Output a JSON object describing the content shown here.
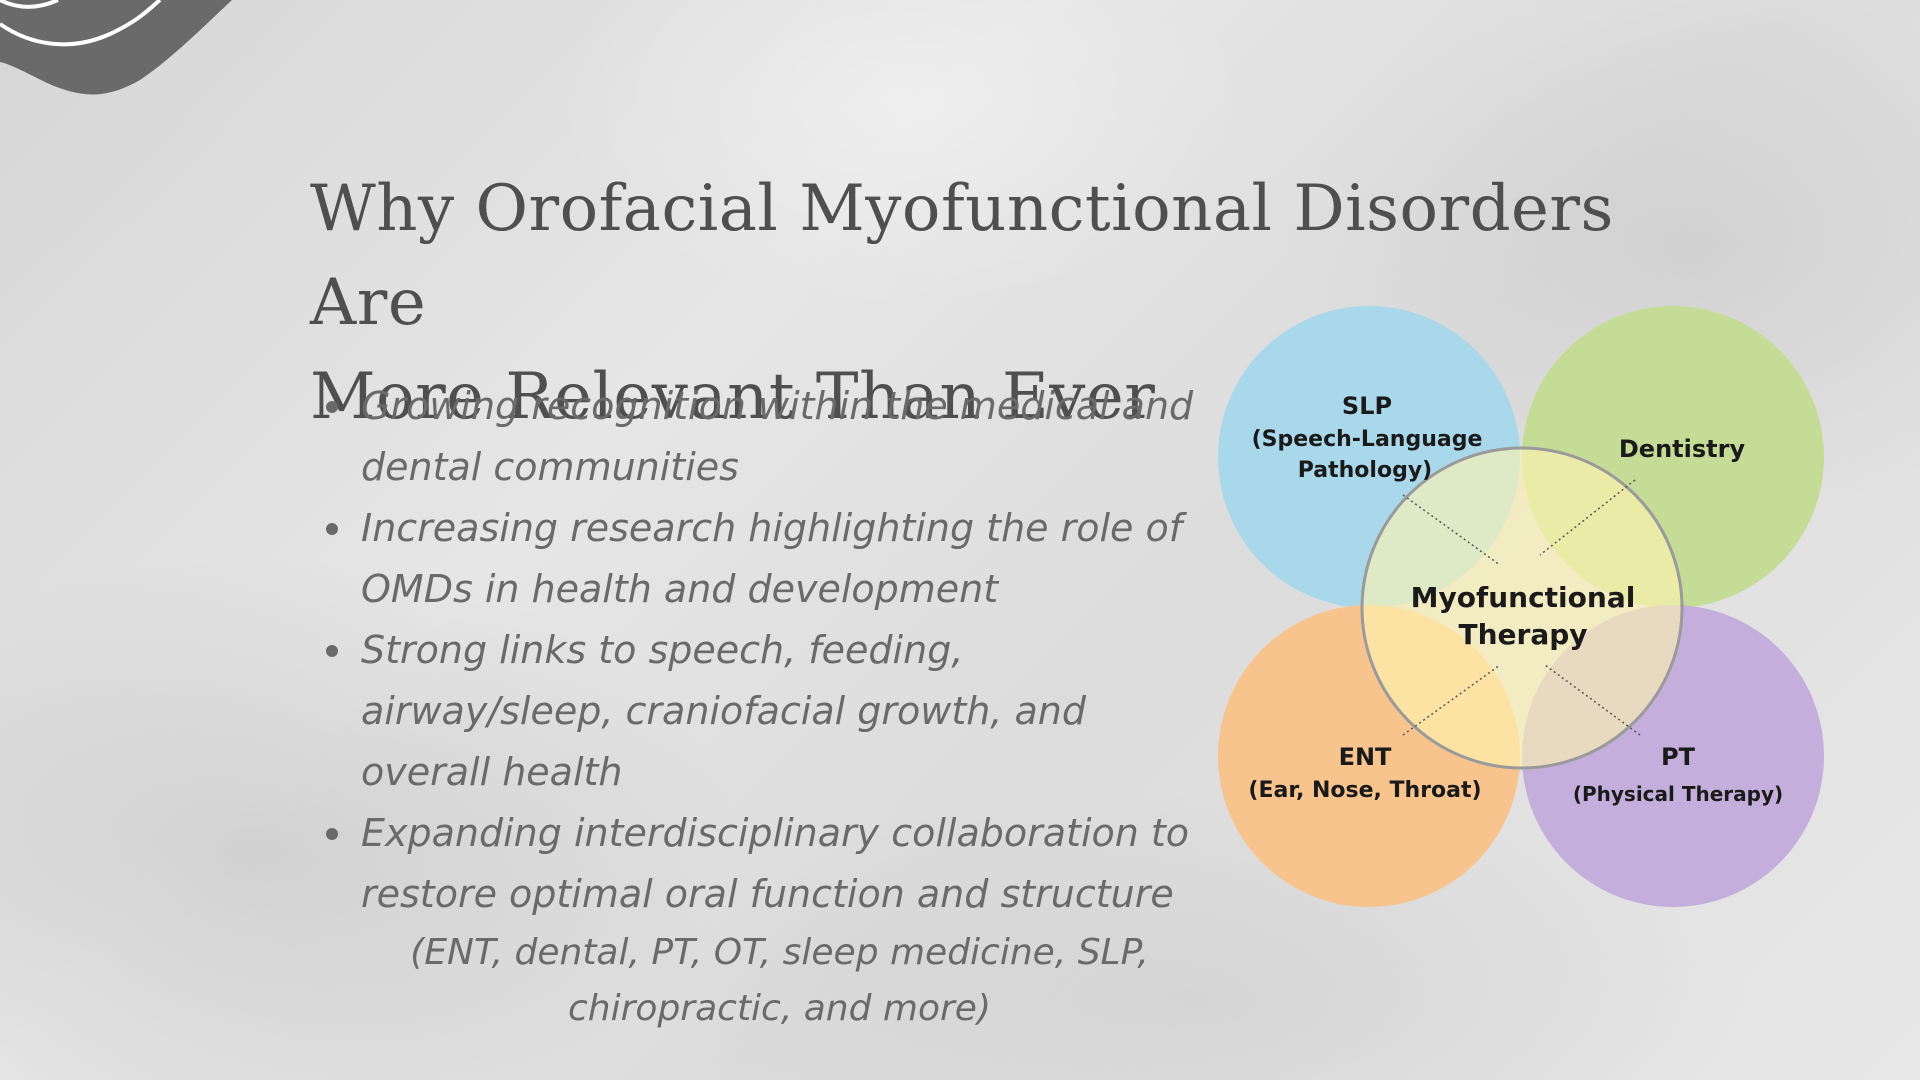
{
  "slide": {
    "title_line1": "Why Orofacial Myofunctional Disorders Are",
    "title_line2": "More Relevant Than Ever"
  },
  "bullets": [
    {
      "text": "Growing recognition within the medical and dental communities"
    },
    {
      "text": "Increasing research highlighting the role of OMDs in health and development"
    },
    {
      "text": "Strong links to speech, feeding, airway/sleep, craniofacial growth, and overall health"
    },
    {
      "text": "Expanding interdisciplinary collaboration to restore optimal oral function and structure",
      "note": "(ENT, dental, PT, OT, sleep medicine, SLP, chiropractic, and more)"
    }
  ],
  "diagram": {
    "center": {
      "line1": "Myofunctional",
      "line2": "Therapy",
      "color": "#fff3b0"
    },
    "slp": {
      "line1": "SLP",
      "line2": "(Speech-Language",
      "line3": "Pathology)",
      "color": "#a8d8ea"
    },
    "dentistry": {
      "line1": "Dentistry",
      "color": "#c5dc96"
    },
    "ent": {
      "line1": "ENT",
      "line2": "(Ear, Nose, Throat)",
      "color": "#f7c48e"
    },
    "pt": {
      "line1": "PT",
      "line2": "(Physical Therapy)",
      "color": "#c3aedc"
    }
  },
  "decoration": {
    "corner_icon": "wave-corner-decoration"
  }
}
